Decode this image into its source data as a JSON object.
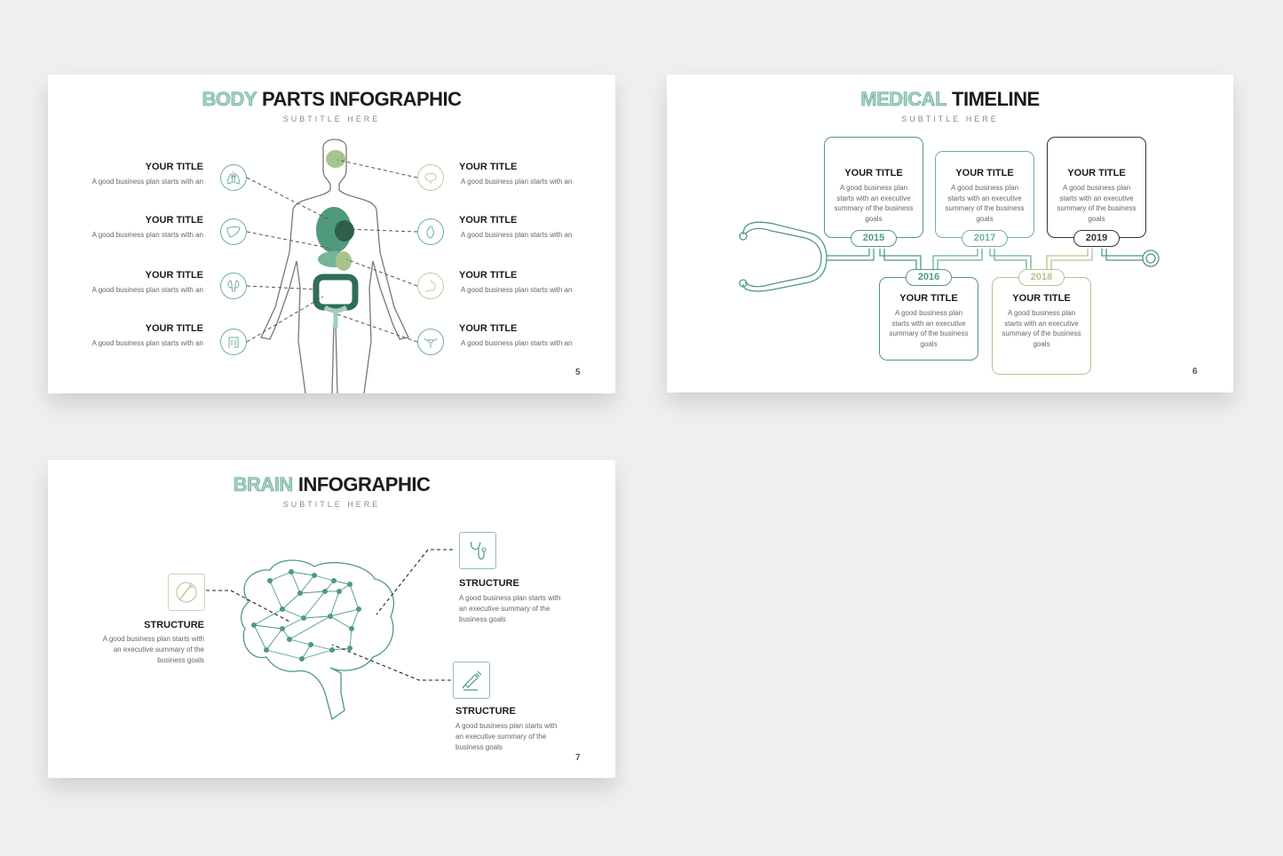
{
  "colors": {
    "accent": "#4f9a7c",
    "dark_accent": "#2f6d57",
    "olive": "#b8c08c",
    "dark": "#333333",
    "background": "#efefef"
  },
  "slides": [
    {
      "title_outline": "BODY",
      "title_bold": "PARTS INFOGRAPHIC",
      "subtitle": "SUBTITLE HERE",
      "page": "5",
      "left_items": [
        {
          "title": "YOUR TITLE",
          "desc": "A good business plan starts with an",
          "icon": "lungs-icon"
        },
        {
          "title": "YOUR TITLE",
          "desc": "A good business plan starts with an",
          "icon": "liver-icon"
        },
        {
          "title": "YOUR TITLE",
          "desc": "A good business plan starts with an",
          "icon": "kidneys-icon"
        },
        {
          "title": "YOUR TITLE",
          "desc": "A good business plan starts with an",
          "icon": "intestine-icon"
        }
      ],
      "right_items": [
        {
          "title": "YOUR TITLE",
          "desc": "A good business plan starts with an",
          "icon": "brain-icon"
        },
        {
          "title": "YOUR TITLE",
          "desc": "A good business plan starts with an",
          "icon": "heart-icon"
        },
        {
          "title": "YOUR TITLE",
          "desc": "A good business plan starts with an",
          "icon": "stomach-icon"
        },
        {
          "title": "YOUR TITLE",
          "desc": "A good business plan starts with an",
          "icon": "uterus-icon"
        }
      ]
    },
    {
      "title_outline": "MEDICAL",
      "title_bold": "TIMELINE",
      "subtitle": "SUBTITLE HERE",
      "page": "6",
      "events": [
        {
          "year": "2015",
          "title": "YOUR TITLE",
          "desc": "A good business plan starts with an executive summary of the business goals",
          "color": "#4f9a7c"
        },
        {
          "year": "2016",
          "title": "YOUR TITLE",
          "desc": "A good business plan starts with an executive summary of the business goals",
          "color": "#4f9a7c"
        },
        {
          "year": "2017",
          "title": "YOUR TITLE",
          "desc": "A good business plan starts with an executive summary of the business goals",
          "color": "#6fb095"
        },
        {
          "year": "2018",
          "title": "YOUR TITLE",
          "desc": "A good business plan starts with an executive summary of the business goals",
          "color": "#b8c08c"
        },
        {
          "year": "2019",
          "title": "YOUR TITLE",
          "desc": "A good business plan starts with an executive summary of the business goals",
          "color": "#333333"
        }
      ]
    },
    {
      "title_outline": "BRAIN",
      "title_bold": "INFOGRAPHIC",
      "subtitle": "SUBTITLE HERE",
      "page": "7",
      "items": [
        {
          "title": "STRUCTURE",
          "desc_lines": [
            "A good business plan starts with",
            "an executive summary of the",
            "business goals"
          ],
          "icon": "scalpel-icon"
        },
        {
          "title": "STRUCTURE",
          "desc_lines": [
            "A good business plan starts with",
            "an executive summary of the",
            "business goals"
          ],
          "icon": "stethoscope-icon"
        },
        {
          "title": "STRUCTURE",
          "desc_lines": [
            "A good business plan starts with",
            "an executive summary of the",
            "business goals"
          ],
          "icon": "syringe-icon"
        }
      ]
    }
  ]
}
